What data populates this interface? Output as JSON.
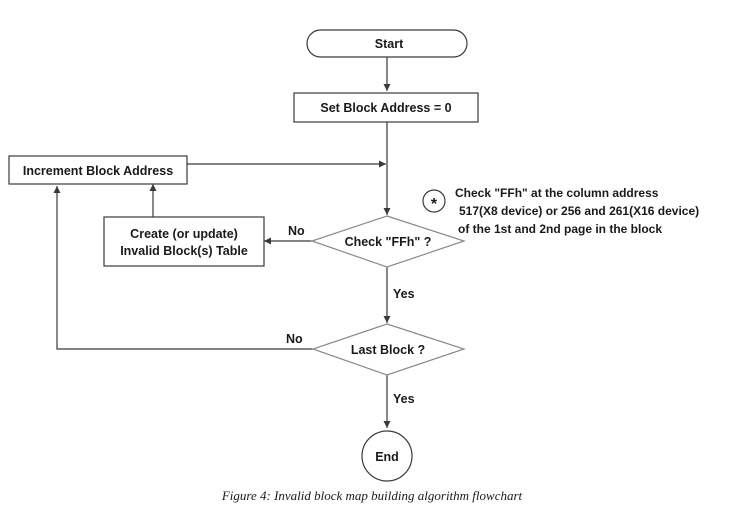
{
  "nodes": {
    "start": "Start",
    "set_address": "Set Block Address = 0",
    "increment": "Increment Block Address",
    "create_line1": "Create (or update)",
    "create_line2": "Invalid Block(s) Table",
    "check": "Check \"FFh\" ?",
    "last_block": "Last Block ?",
    "end": "End"
  },
  "edges": {
    "check_no": "No",
    "check_yes": "Yes",
    "last_no": "No",
    "last_yes": "Yes"
  },
  "note": {
    "marker": "*",
    "line1": "Check \"FFh\" at the column address",
    "line2": "517(X8 device) or 256 and 261(X16 device)",
    "line3": "of the 1st and 2nd page in the block"
  },
  "caption": "Figure 4: Invalid block map building algorithm flowchart"
}
